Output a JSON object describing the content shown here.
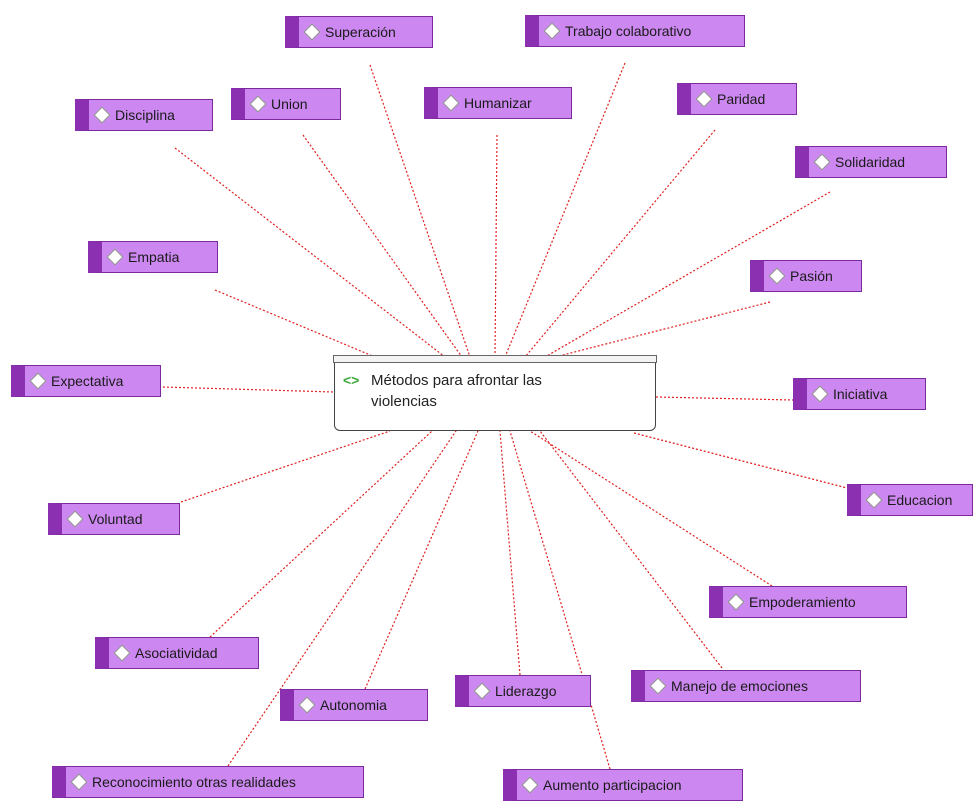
{
  "central": {
    "title": "Métodos para afrontar las\nviolencias",
    "icon": "double-diamond-icon"
  },
  "nodes": [
    "Superación",
    "Trabajo colaborativo",
    "Disciplina",
    "Union",
    "Humanizar",
    "Paridad",
    "Solidaridad",
    "Empatia",
    "Pasión",
    "Expectativa",
    "Iniciativa",
    "Educacion",
    "Voluntad",
    "Empoderamiento",
    "Asociatividad",
    "Manejo de emociones",
    "Liderazgo",
    "Autonomia",
    "Reconocimiento otras realidades",
    "Aumento participacion"
  ],
  "colors": {
    "node_fill": "#cc88f0",
    "node_bar": "#8a30b0",
    "link": "#e02020"
  }
}
